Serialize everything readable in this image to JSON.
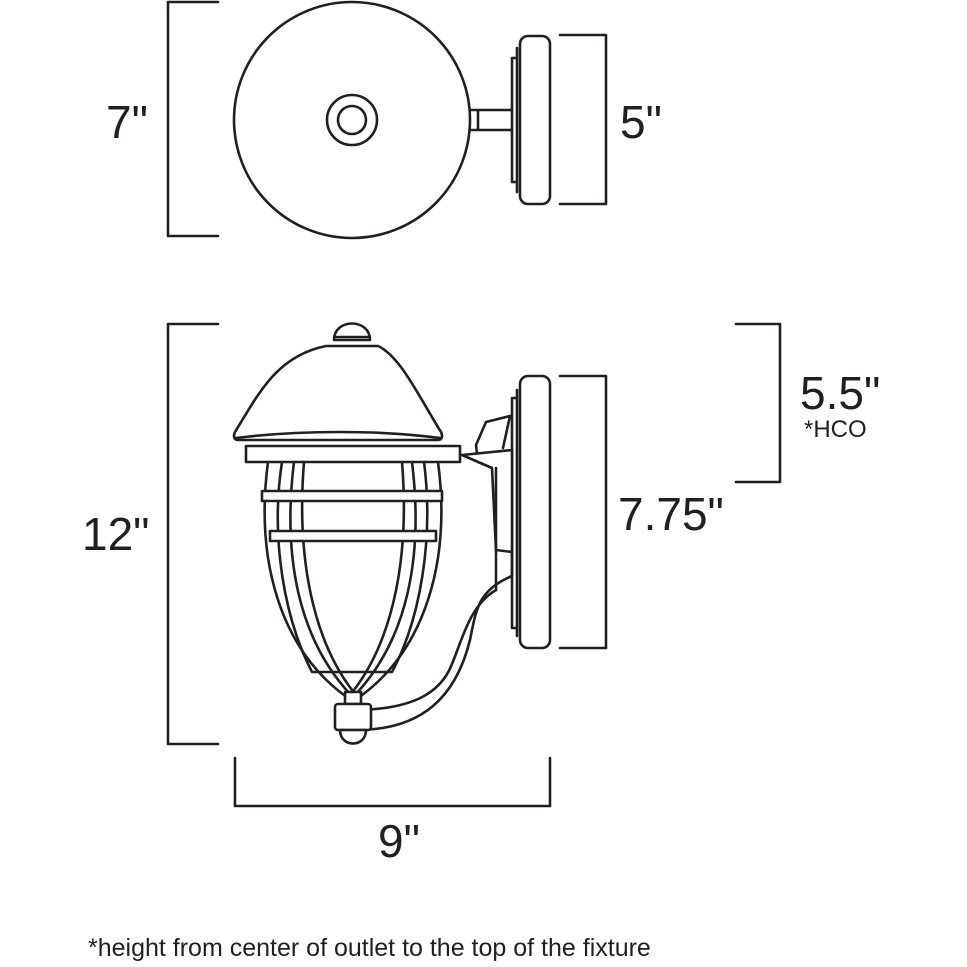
{
  "top_view": {
    "height_label": "7\"",
    "backplate_label": "5\""
  },
  "side_view": {
    "height_label": "12\"",
    "backplate_label": "7.75\"",
    "hco_label": "5.5\"",
    "hco_note": "*HCO",
    "width_label": "9\""
  },
  "footnote": "*height from center of outlet to the top of the fixture",
  "colors": {
    "line": "#231f20",
    "background": "#ffffff"
  }
}
